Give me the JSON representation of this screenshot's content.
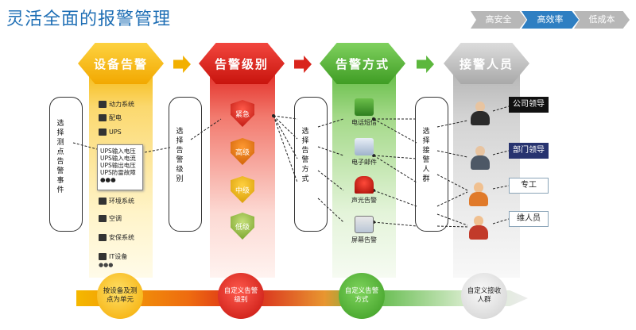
{
  "page": {
    "title": "灵活全面的报警管理"
  },
  "breadcrumb": [
    "高安全",
    "高效率",
    "低成本"
  ],
  "stages": [
    "设备告警",
    "告警级别",
    "告警方式",
    "接警人员"
  ],
  "brackets": [
    "选择测点告警事件",
    "选择告警级别",
    "选择告警方式",
    "选择接警人群"
  ],
  "devices": [
    {
      "label": "动力系统",
      "icon": "power-system-icon"
    },
    {
      "label": "配电",
      "icon": "distribution-icon"
    },
    {
      "label": "UPS",
      "icon": "ups-icon"
    },
    {
      "label": "环境系统",
      "icon": "environment-icon"
    },
    {
      "label": "空调",
      "icon": "aircon-icon"
    },
    {
      "label": "安保系统",
      "icon": "security-icon"
    },
    {
      "label": "IT设备",
      "icon": "it-device-icon"
    }
  ],
  "ups_popup": [
    "UPS输入电压",
    "UPS输入电流",
    "UPS输出电压",
    "UPS防雷故障",
    "●●●"
  ],
  "more_dots": "●●●",
  "levels": [
    "紧急",
    "高级",
    "中级",
    "低级"
  ],
  "methods": [
    {
      "label": "电话短信",
      "icon": "phone-sms-icon"
    },
    {
      "label": "电子邮件",
      "icon": "email-icon"
    },
    {
      "label": "声光告警",
      "icon": "alarm-light-icon"
    },
    {
      "label": "屏幕告警",
      "icon": "screen-icon"
    }
  ],
  "roles": [
    "公司领导",
    "部门领导",
    "专工",
    "维人员"
  ],
  "summary": [
    "按设备及测点为单元",
    "自定义告警级别",
    "自定义告警方式",
    "自定义接收人群"
  ],
  "colors": {
    "title": "#1f6fb5",
    "device": "#f2a800",
    "level": "#c8140d",
    "method": "#3f9d24",
    "people": "#a9a9a9",
    "crumb_active": "#2f7fc2"
  }
}
